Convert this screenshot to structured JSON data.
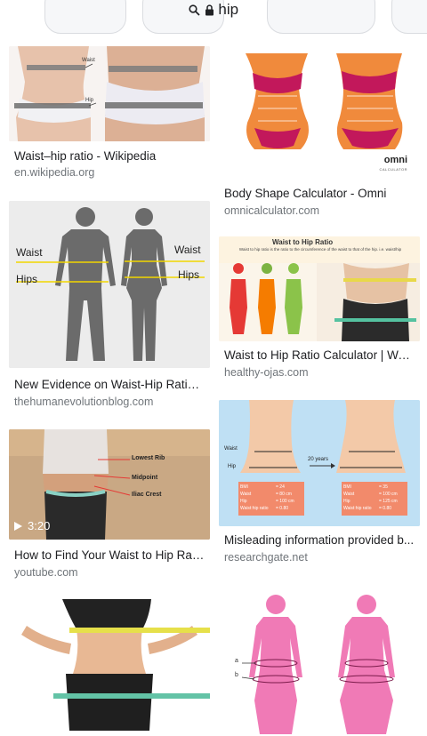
{
  "search": {
    "query": "hip"
  },
  "results": [
    {
      "title": "Waist–hip ratio - Wikipedia",
      "source": "en.wikipedia.org",
      "image": {
        "labels": [
          "Waist",
          "Hip"
        ]
      }
    },
    {
      "title": "Body Shape Calculator - Omni",
      "source": "omnicalculator.com",
      "image": {
        "logo": "omni",
        "logo_sub": "CALCULATOR"
      }
    },
    {
      "title": "New Evidence on Waist-Hip Ratio ...",
      "source": "thehumanevolutionblog.com",
      "image": {
        "labels": [
          "Waist",
          "Hips",
          "Waist",
          "Hips"
        ]
      }
    },
    {
      "title": "Waist to Hip Ratio Calculator | Wai...",
      "source": "healthy-ojas.com",
      "image": {
        "heading": "Waist to Hip Ratio",
        "sub": "Waist to hip ratio is the ratio to the circumference of the waist to that of the hip. i.e. waist/hip"
      }
    },
    {
      "title": "How to Find Your Waist to Hip Rati...",
      "source": "youtube.com",
      "image": {
        "duration": "3:20",
        "labels": [
          "Lowest Rib",
          "Midpoint",
          "Iliac Crest"
        ]
      }
    },
    {
      "title": "Misleading information provided b...",
      "source": "researchgate.net",
      "image": {
        "left_labels": [
          "Waist",
          "Hip"
        ],
        "arrow_label": "20 years",
        "table_left": [
          "BMI",
          "= 24",
          "Waist",
          "= 80 cm",
          "Hip",
          "= 100 cm",
          "Waist:hip ratio",
          "= 0.80"
        ],
        "table_right": [
          "BMI",
          "= 35",
          "Waist",
          "= 100 cm",
          "Hip",
          "= 125 cm",
          "Waist:hip ratio",
          "= 0.80"
        ]
      }
    },
    {
      "title": "",
      "source": "",
      "image": {}
    },
    {
      "title": "",
      "source": "",
      "image": {
        "labels": [
          "a",
          "b"
        ]
      }
    }
  ],
  "colors": {
    "accent": "#1a73e8",
    "body_orange": "#f08a3c",
    "pink": "#f07ab6",
    "chart_bg": "#bfe0f4"
  }
}
